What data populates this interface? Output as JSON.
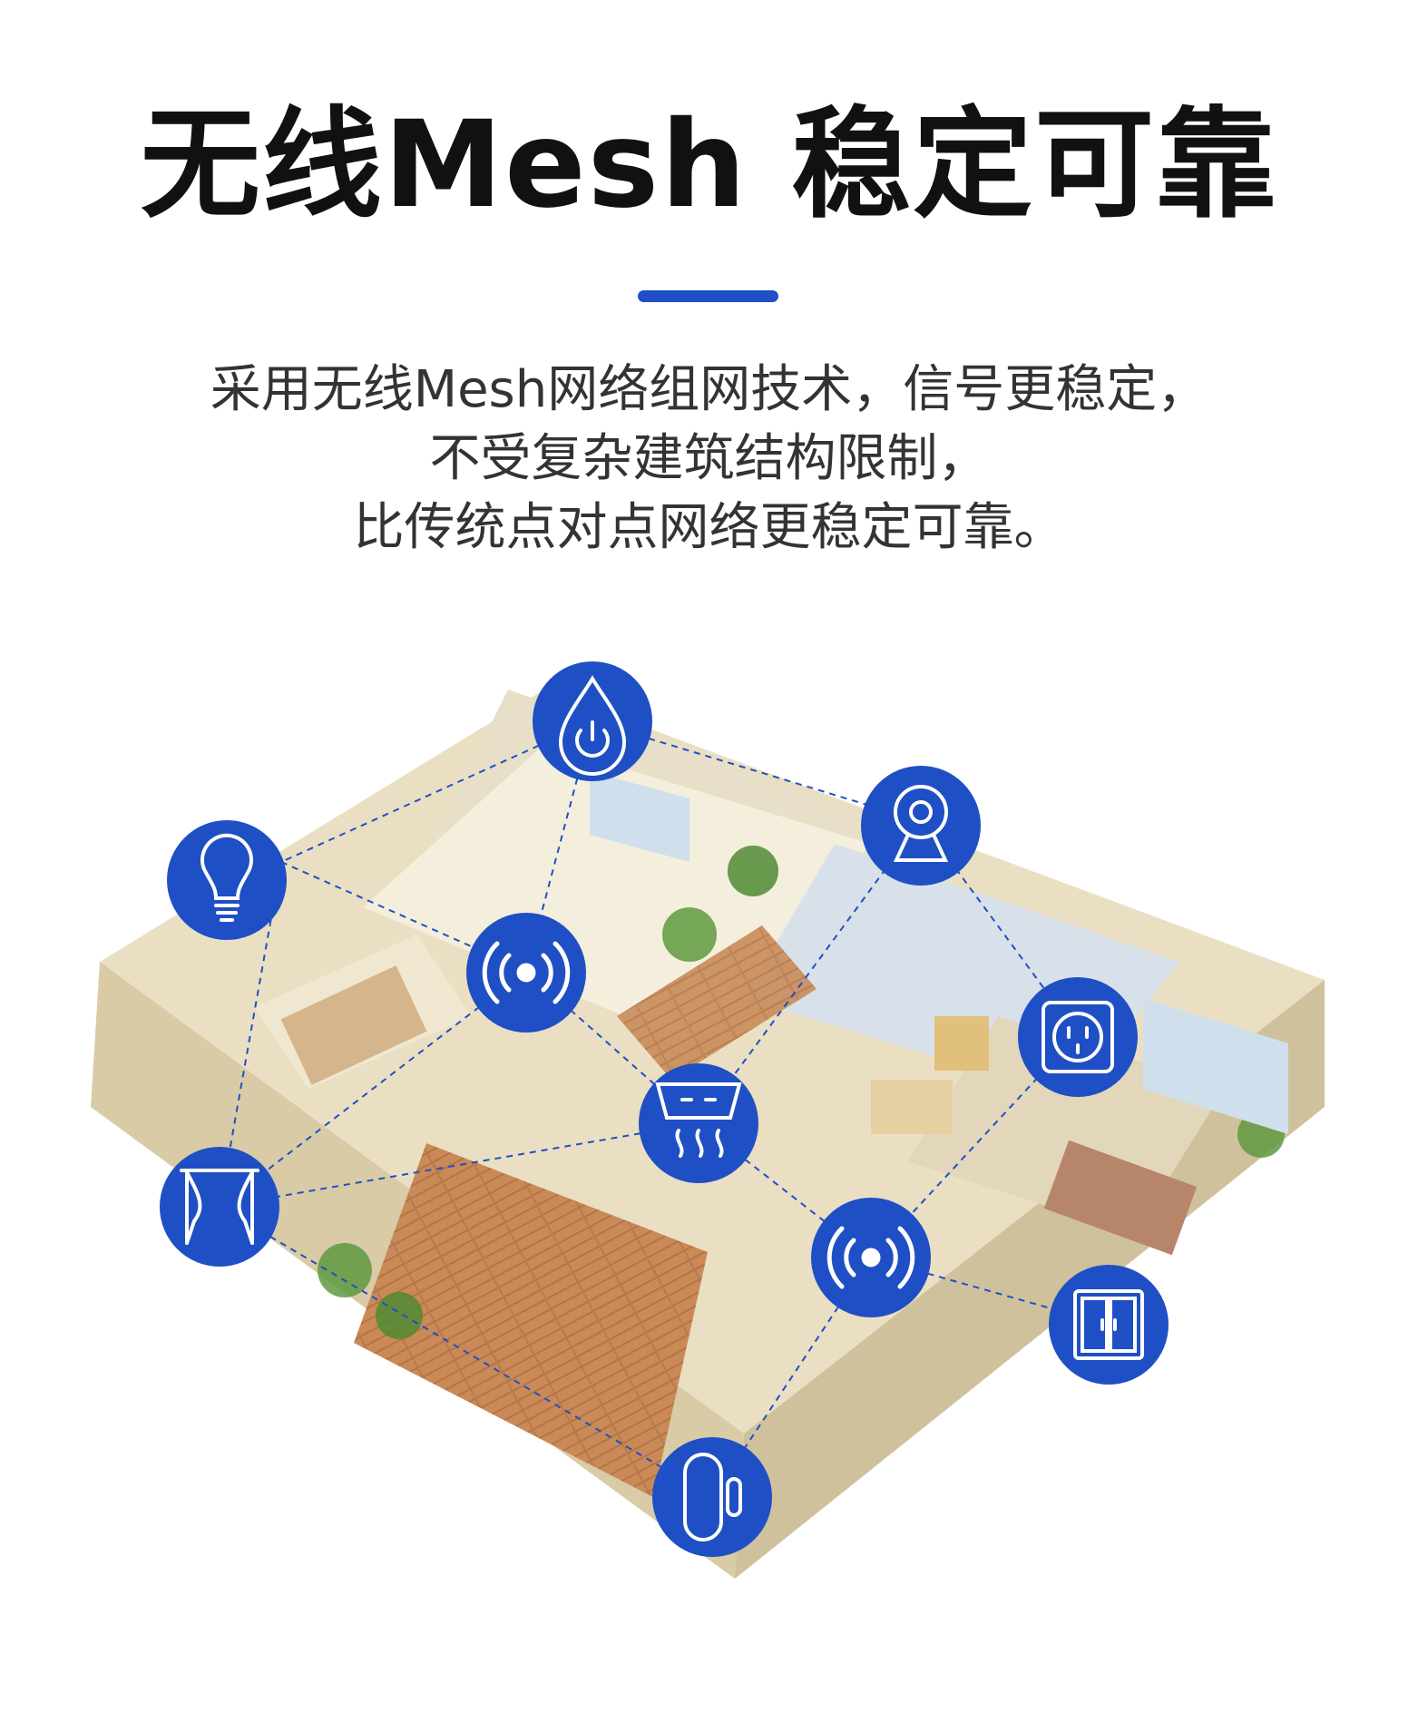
{
  "title": "无线Mesh 稳定可靠",
  "description_lines": [
    "采用无线Mesh网络组网技术，信号更稳定，",
    "不受复杂建筑结构限制，",
    "比传统点对点网络更稳定可靠。"
  ],
  "colors": {
    "accent": "#1f4fc4",
    "node": "#1f4fc4",
    "text": "#111111",
    "body_text": "#333333"
  },
  "nodes": [
    {
      "name": "water-sensor-node",
      "icon": "water-drop-power-icon"
    },
    {
      "name": "bulb-node",
      "icon": "light-bulb-icon"
    },
    {
      "name": "camera-node",
      "icon": "camera-icon"
    },
    {
      "name": "gateway-node-top",
      "icon": "signal-broadcast-icon"
    },
    {
      "name": "socket-node",
      "icon": "wall-socket-icon"
    },
    {
      "name": "smoke-node",
      "icon": "smoke-detector-icon"
    },
    {
      "name": "curtain-node",
      "icon": "curtain-icon"
    },
    {
      "name": "gateway-node-bottom",
      "icon": "signal-broadcast-icon"
    },
    {
      "name": "switch-node",
      "icon": "wall-switch-icon"
    },
    {
      "name": "door-sensor-node",
      "icon": "door-sensor-icon"
    }
  ]
}
